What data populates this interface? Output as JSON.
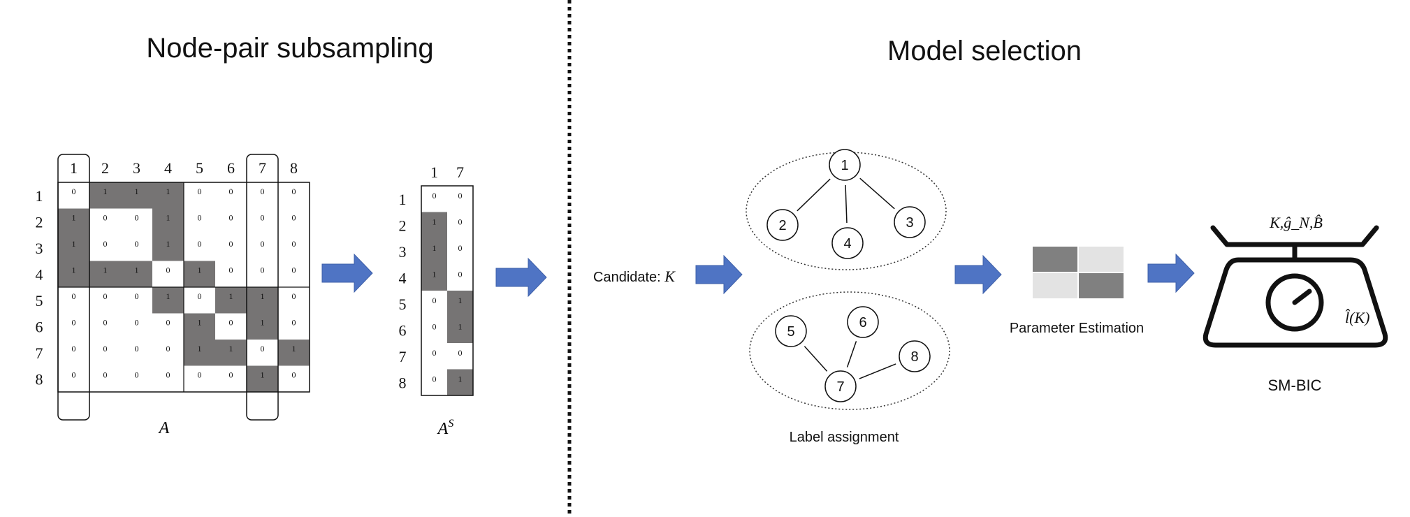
{
  "titles": {
    "left": "Node-pair subsampling",
    "right": "Model selection"
  },
  "matrix_A": {
    "col_labels": [
      "1",
      "2",
      "3",
      "4",
      "5",
      "6",
      "7",
      "8"
    ],
    "row_labels": [
      "1",
      "2",
      "3",
      "4",
      "5",
      "6",
      "7",
      "8"
    ],
    "values": [
      [
        0,
        1,
        1,
        1,
        0,
        0,
        0,
        0
      ],
      [
        1,
        0,
        0,
        1,
        0,
        0,
        0,
        0
      ],
      [
        1,
        0,
        0,
        1,
        0,
        0,
        0,
        0
      ],
      [
        1,
        1,
        1,
        0,
        1,
        0,
        0,
        0
      ],
      [
        0,
        0,
        0,
        1,
        0,
        1,
        1,
        0
      ],
      [
        0,
        0,
        0,
        0,
        1,
        0,
        1,
        0
      ],
      [
        0,
        0,
        0,
        0,
        1,
        1,
        0,
        1
      ],
      [
        0,
        0,
        0,
        0,
        0,
        0,
        1,
        0
      ]
    ],
    "highlighted_columns": [
      "1",
      "7"
    ],
    "caption": "A"
  },
  "matrix_AS": {
    "col_labels": [
      "1",
      "7"
    ],
    "row_labels": [
      "1",
      "2",
      "3",
      "4",
      "5",
      "6",
      "7",
      "8"
    ],
    "values": [
      [
        0,
        0
      ],
      [
        1,
        0
      ],
      [
        1,
        0
      ],
      [
        1,
        0
      ],
      [
        0,
        1
      ],
      [
        0,
        1
      ],
      [
        0,
        0
      ],
      [
        0,
        1
      ]
    ],
    "caption_base": "A",
    "caption_sup": "S"
  },
  "candidate": {
    "label": "Candidate: ",
    "var": "K"
  },
  "graph1": {
    "nodes": [
      "1",
      "2",
      "3",
      "4"
    ]
  },
  "graph2": {
    "nodes": [
      "5",
      "6",
      "7",
      "8"
    ]
  },
  "label_assignment": "Label assignment",
  "parameter_estimation": "Parameter Estimation",
  "scale": {
    "top_label": "K,ĝ_N,B̂",
    "side_label": "l̂(K)",
    "caption": "SM-BIC"
  },
  "colors": {
    "cell_filled": "#767474",
    "arrow": "#4f74c4",
    "block_dark": "#808080",
    "block_light": "#e3e3e3"
  }
}
